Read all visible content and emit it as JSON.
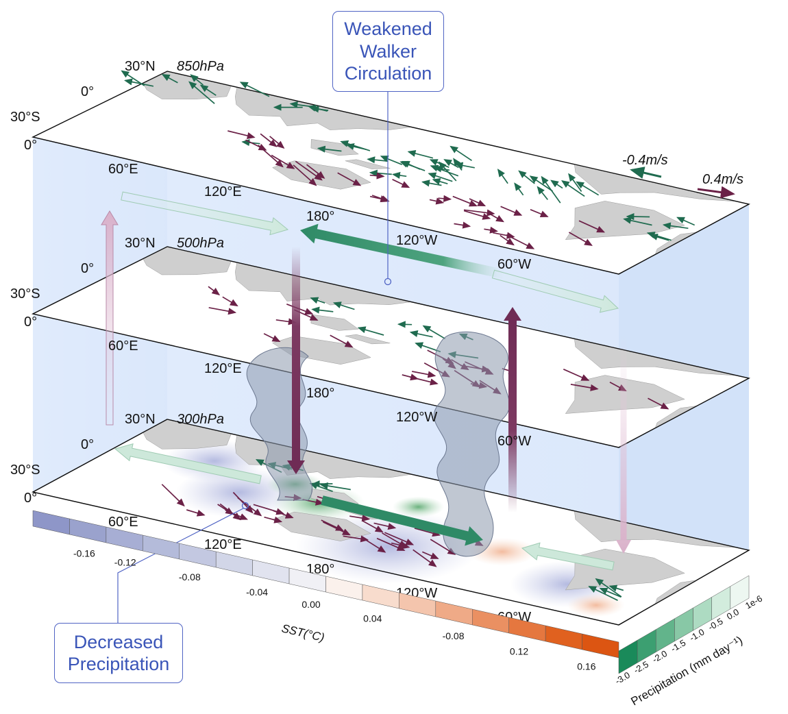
{
  "callouts": {
    "walker": {
      "lines": [
        "Weakened",
        "Walker",
        "Circulation"
      ]
    },
    "precip": {
      "lines": [
        "Decreased",
        "Precipitation"
      ]
    }
  },
  "levels": [
    {
      "name": "300hPa",
      "lat_labels": [
        "30°N",
        "0°",
        "30°S",
        "0°"
      ],
      "lon_labels": [
        "60°E",
        "120°E",
        "180°",
        "120°W",
        "60°W"
      ]
    },
    {
      "name": "500hPa",
      "lat_labels": [
        "30°N",
        "0°",
        "30°S",
        "0°"
      ],
      "lon_labels": [
        "60°E",
        "120°E",
        "180°",
        "120°W",
        "60°W"
      ]
    },
    {
      "name": "850hPa",
      "lat_labels": [
        "30°N",
        "0°",
        "30°S",
        "0°"
      ],
      "lon_labels": [
        "60°E",
        "120°E",
        "180°",
        "120°W",
        "60°W"
      ]
    }
  ],
  "wind_legend": {
    "negative": "-0.4m/s",
    "positive": "0.4m/s"
  },
  "sst_colorbar": {
    "title": "SST(°C)",
    "ticks": [
      "-0.16",
      "-0.12",
      "-0.08",
      "-0.04",
      "0.00",
      "0.04",
      "-0.08",
      "0.12",
      "0.16"
    ],
    "colors": [
      "#8e96c8",
      "#9aa2cd",
      "#a7aed4",
      "#b4bbda",
      "#c3c8e1",
      "#d2d6e8",
      "#e1e3ef",
      "#f0f0f5",
      "#fbf1ec",
      "#f8dccd",
      "#f4c5ad",
      "#efaa87",
      "#ea9062",
      "#e5773f",
      "#e0611f",
      "#dc5512"
    ]
  },
  "precip_colorbar": {
    "title": "Precipitation  (mm day⁻¹)",
    "ticks": [
      "-3.0",
      "-2.5",
      "-2.0",
      "-1.5",
      "-1.0",
      "-0.5",
      "0.0",
      "1e-6"
    ],
    "colors": [
      "#1a8a5a",
      "#3c9f71",
      "#62b48b",
      "#88c8a6",
      "#addbc2",
      "#d2ecdd",
      "#edf7f1"
    ]
  },
  "colors": {
    "easterly_arrow": "#1f6b4f",
    "westerly_arrow": "#6b2147",
    "callout_text": "#3a55b8",
    "slab_fill": "#dce8fb",
    "land": "#cfcfcf"
  }
}
